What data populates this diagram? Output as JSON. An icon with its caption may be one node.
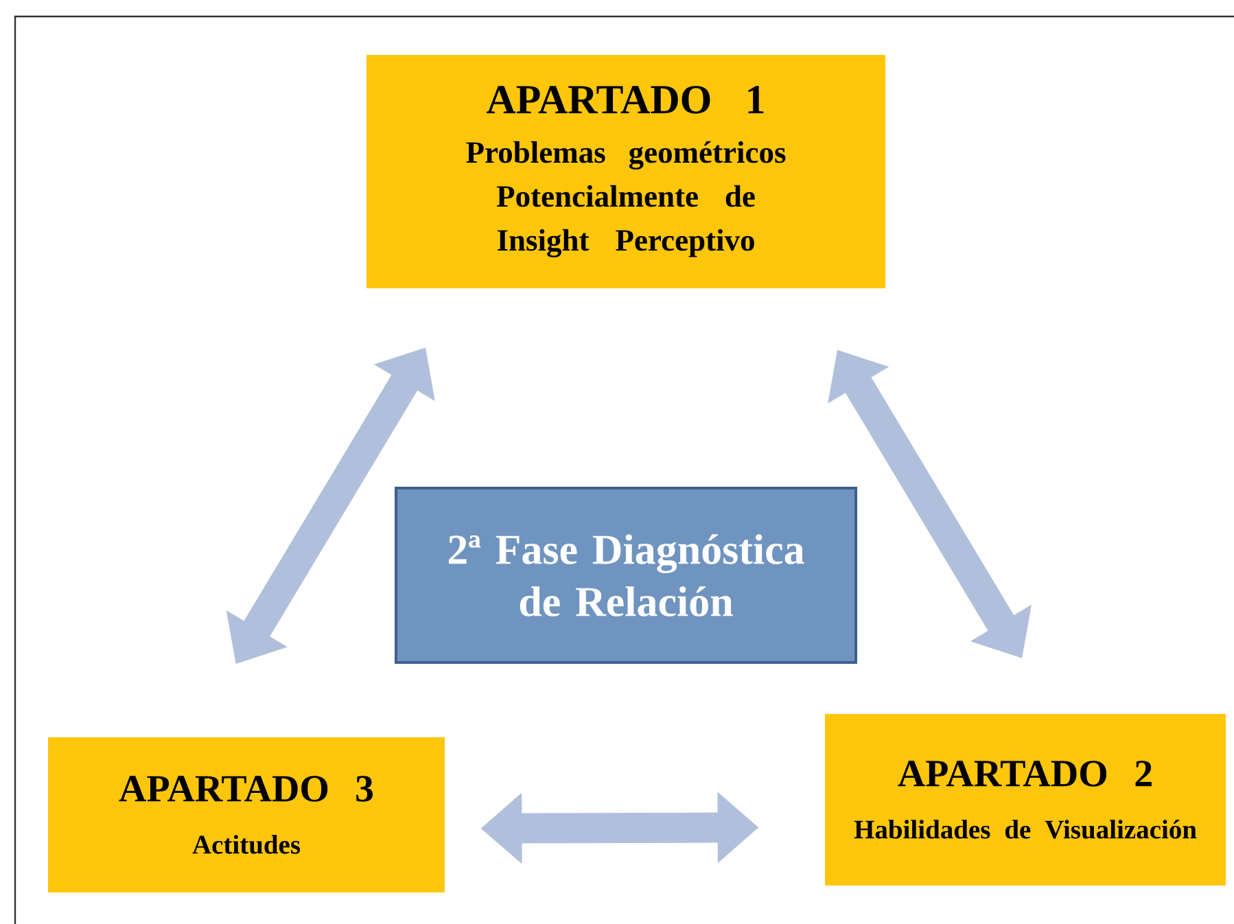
{
  "diagram": {
    "nodes": [
      {
        "text": [
          "APARTADO 1",
          "Problemas geométricos Potencialmente de Insight Perceptivo"
        ]
      },
      {
        "text": [
          "2ª Fase Diagnóstica de Relación"
        ]
      },
      {
        "text": [
          "APARTADO 3",
          "Actitudes"
        ]
      },
      {
        "text": [
          "APARTADO 2",
          "Habilidades de Visualización"
        ]
      }
    ],
    "edges": [
      {
        "from": 0,
        "to": 2,
        "arrow": "both"
      },
      {
        "from": 0,
        "to": 3,
        "arrow": "both"
      },
      {
        "from": 2,
        "to": 3,
        "arrow": "both"
      }
    ]
  }
}
